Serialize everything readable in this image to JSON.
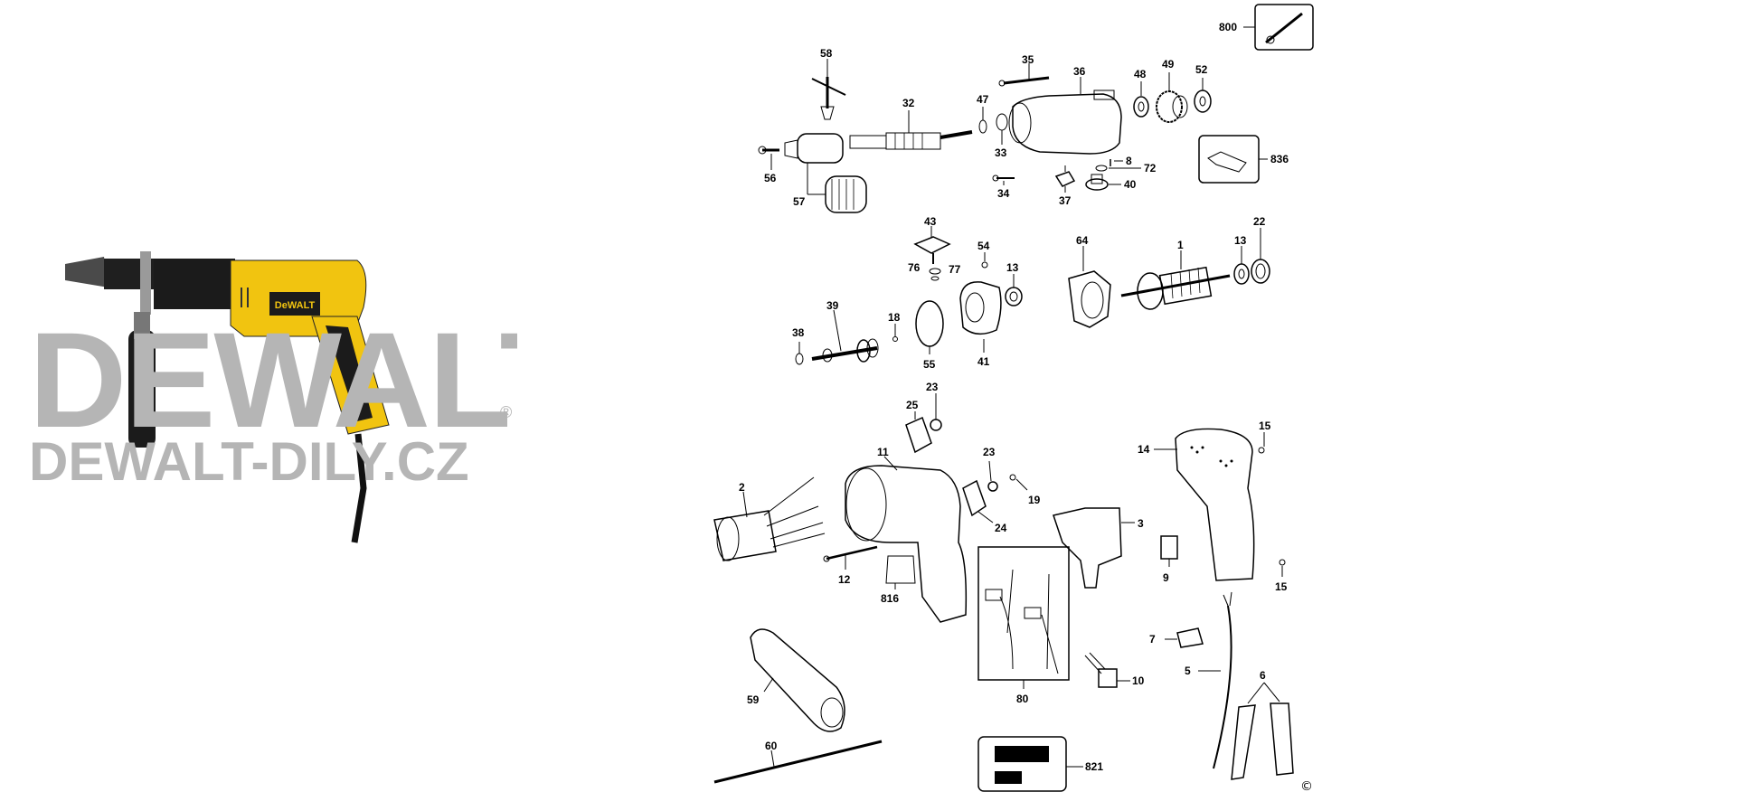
{
  "watermark": {
    "brand": "DEWALT",
    "site": "DEWALT-DILY.CZ",
    "registered": "®"
  },
  "product_badge": "DeWALT",
  "copyright_mark": "©",
  "callouts": {
    "c800": "800",
    "c58": "58",
    "c35": "35",
    "c36": "36",
    "c48": "48",
    "c49": "49",
    "c52": "52",
    "c32": "32",
    "c47": "47",
    "c33": "33",
    "c56": "56",
    "c57": "57",
    "c34": "34",
    "c37": "37",
    "c8": "8",
    "c72": "72",
    "c40": "40",
    "c836": "836",
    "c43": "43",
    "c54": "54",
    "c76": "76",
    "c77": "77",
    "c13a": "13",
    "c64": "64",
    "c1": "1",
    "c13b": "13",
    "c22": "22",
    "c39": "39",
    "c18": "18",
    "c38": "38",
    "c55": "55",
    "c41": "41",
    "c25": "25",
    "c23a": "23",
    "c11": "11",
    "c23b": "23",
    "c19": "19",
    "c24": "24",
    "c2": "2",
    "c14": "14",
    "c15a": "15",
    "c15b": "15",
    "c3": "3",
    "c9": "9",
    "c12": "12",
    "c816": "816",
    "c7": "7",
    "c5": "5",
    "c6": "6",
    "c10": "10",
    "c80": "80",
    "c59": "59",
    "c60": "60",
    "c821": "821"
  }
}
